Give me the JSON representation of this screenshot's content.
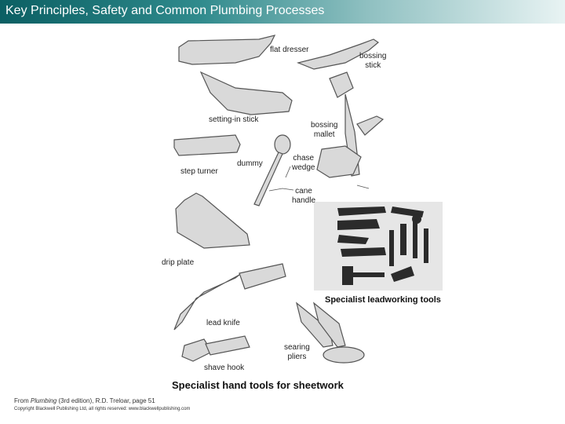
{
  "header": {
    "title": "Key Principles, Safety and Common Plumbing Processes"
  },
  "labels": {
    "flat_dresser": "flat dresser",
    "bossing_stick": "bossing\nstick",
    "setting_in_stick": "setting-in stick",
    "bossing_mallet": "bossing\nmallet",
    "chase_wedge": "chase\nwedge",
    "dummy": "dummy",
    "step_turner": "step turner",
    "cane_handle": "cane\nhandle",
    "drip_plate": "drip plate",
    "lead_knife": "lead knife",
    "searing_pliers": "searing\npliers",
    "shave_hook": "shave hook"
  },
  "captions": {
    "leadworking": "Specialist leadworking tools",
    "sheetwork": "Specialist hand tools for sheetwork"
  },
  "footer": {
    "line1_prefix": "From ",
    "line1_book": "Plumbing",
    "line1_rest": " (3rd edition), R.D. Treloar, page 51",
    "line2": "Copyright Blackwell Publishing Ltd, all rights reserved: www.blackwellpublishing.com"
  },
  "colors": {
    "header_dark": "#0b5f63",
    "tool_fill": "#d9d9d9",
    "tool_stroke": "#555555"
  }
}
